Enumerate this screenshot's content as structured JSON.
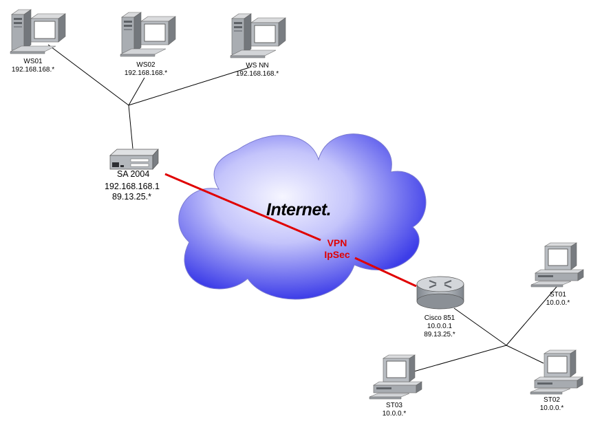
{
  "cloud": {
    "label": "Internet."
  },
  "vpn": {
    "line1": "VPN",
    "line2": "IpSec"
  },
  "colors": {
    "vpn_link": "#e00000",
    "cloud_center": "#f4f4ff",
    "cloud_edge": "#3e3ee6",
    "device_gray": "#bfc3c8"
  },
  "nodes": {
    "ws01": {
      "name": "WS01",
      "ip": "192.168.168.*",
      "icon": "desktop-pc-icon"
    },
    "ws02": {
      "name": "WS02",
      "ip": "192.168.168.*",
      "icon": "desktop-pc-icon"
    },
    "wsnn": {
      "name": "WS NN",
      "ip": "192.168.168.*",
      "icon": "desktop-pc-icon"
    },
    "sa2004": {
      "name": "SA 2004",
      "ip1": "192.168.168.1",
      "ip2": "89.13.25.*",
      "icon": "firewall-appliance-icon"
    },
    "cisco": {
      "name": "Cisco 851",
      "ip1": "10.0.0.1",
      "ip2": "89.13.25.*",
      "icon": "router-icon"
    },
    "st01": {
      "name": "ST01",
      "ip": "10.0.0.*",
      "icon": "workstation-icon"
    },
    "st02": {
      "name": "ST02",
      "ip": "10.0.0.*",
      "icon": "workstation-icon"
    },
    "st03": {
      "name": "ST03",
      "ip": "10.0.0.*",
      "icon": "workstation-icon"
    }
  }
}
